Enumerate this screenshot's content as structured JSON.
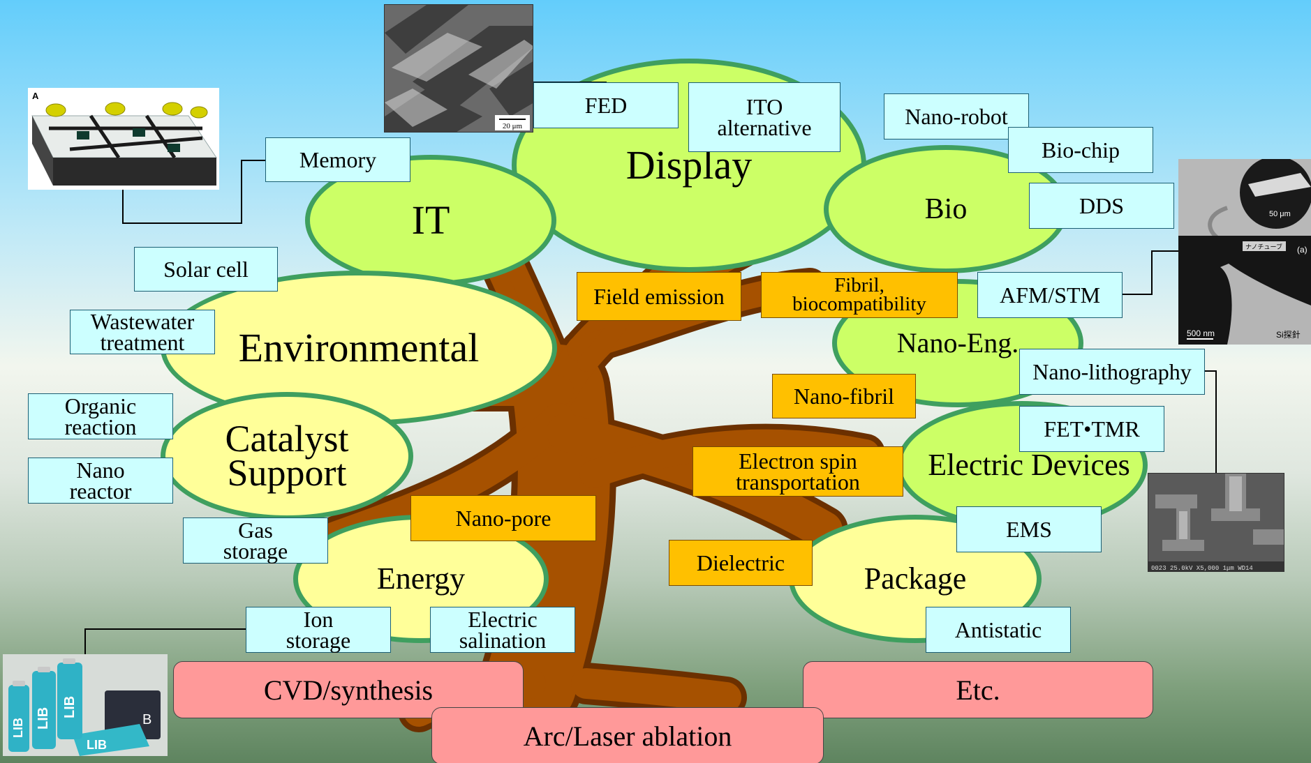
{
  "categories": {
    "display": "Display",
    "it": "IT",
    "bio": "Bio",
    "environmental": "Environmental",
    "nano_eng": "Nano-Eng.",
    "catalyst": "Catalyst\nSupport",
    "electric": "Electric Devices",
    "energy": "Energy",
    "package": "Package"
  },
  "applications": {
    "fed": "FED",
    "ito": "ITO\nalternative",
    "memory": "Memory",
    "nano_robot": "Nano-robot",
    "bio_chip": "Bio-chip",
    "dds": "DDS",
    "solar_cell": "Solar cell",
    "wastewater": "Wastewater\ntreatment",
    "afm_stm": "AFM/STM",
    "nano_lithography": "Nano-lithography",
    "organic_reaction": "Organic\nreaction",
    "nano_reactor": "Nano\nreactor",
    "fet_tmr": "FET•TMR",
    "gas_storage": "Gas\nstorage",
    "ems": "EMS",
    "ion_storage": "Ion\nstorage",
    "electric_salination": "Electric\nsalination",
    "antistatic": "Antistatic"
  },
  "properties": {
    "field_emission": "Field emission",
    "fibril": "Fibril,\nbiocompatibility",
    "nano_fibril": "Nano-fibril",
    "electron_spin": "Electron spin\ntransportation",
    "nano_pore": "Nano-pore",
    "dielectric": "Dielectric"
  },
  "methods": {
    "cvd": "CVD/synthesis",
    "arc_laser": "Arc/Laser ablation",
    "etc": "Etc."
  },
  "photo_labels": {
    "fed_scale": "20 μm",
    "memory_label": "A",
    "afm_scale_top": "50 μm",
    "afm_nanotube": "ナノチューブ",
    "afm_panel": "(a)",
    "afm_scale_bottom": "500 nm",
    "afm_probe": "Si探針",
    "battery_logo": "LIB",
    "battery_box_text": "B",
    "sem_text": "0023 25.0kV X5,000 1μm WD14"
  },
  "colors": {
    "trunk": "#a65100",
    "trunk_outline": "#6b3000",
    "category_green": "#ccff66",
    "category_yellow": "#ffff99",
    "ellipse_border": "#3f9f5f",
    "application_box": "#ccffff",
    "property_box": "#ffc000",
    "method_box": "#ff9999"
  }
}
